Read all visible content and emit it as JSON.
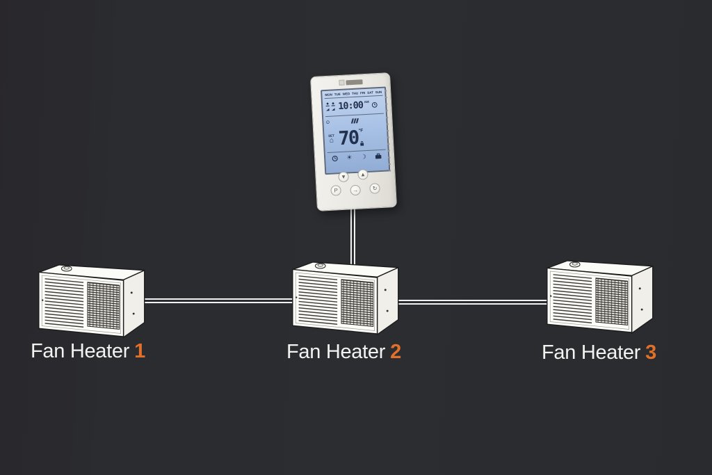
{
  "scene": {
    "background_color": "#2a2c30",
    "wire_color": "#f2f2f2"
  },
  "thermostat": {
    "display": {
      "days": [
        "MON",
        "TUE",
        "WED",
        "THU",
        "FRI",
        "SAT",
        "SUN"
      ],
      "time": "10:00",
      "meridiem": "AM",
      "set_label": "SET",
      "house_glyph": "⌂",
      "target_glyph": "⊙",
      "temperature": "70",
      "unit": "°F",
      "sun_glyph": "☀",
      "moon_glyph": "☽"
    },
    "buttons": {
      "down": "▼",
      "up": "▲",
      "program": "P",
      "advance": "→",
      "power": "↻"
    }
  },
  "heaters": [
    {
      "name": "Fan Heater",
      "number": "1"
    },
    {
      "name": "Fan Heater",
      "number": "2"
    },
    {
      "name": "Fan Heater",
      "number": "3"
    }
  ],
  "colors": {
    "label_text": "#f3f3f1",
    "number_accent": "#e0702a",
    "lcd_background": "#aac2e4",
    "lcd_text": "#21304c"
  }
}
